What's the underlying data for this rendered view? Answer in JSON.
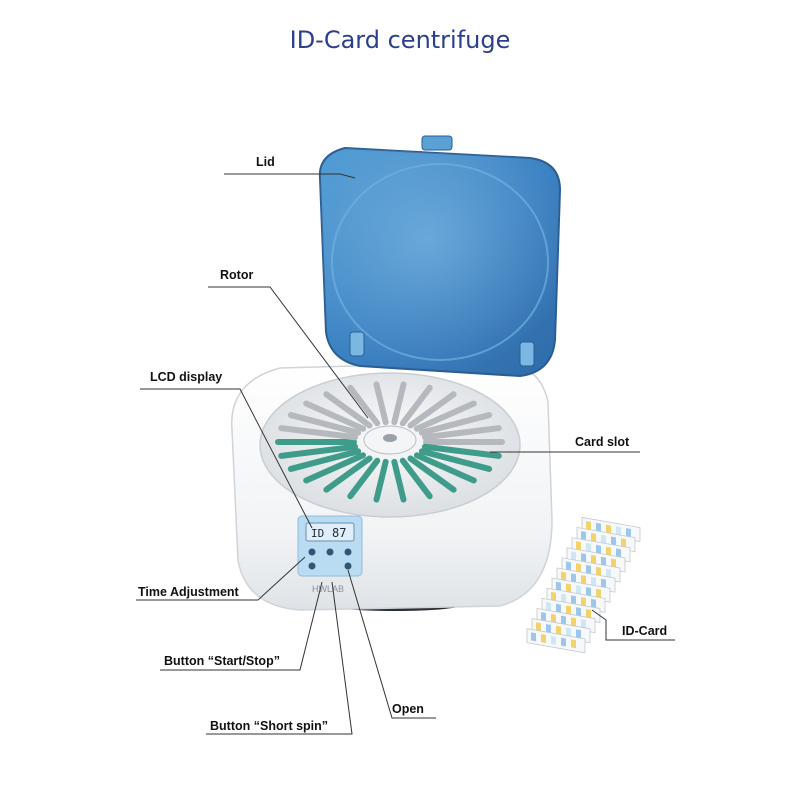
{
  "title": "ID-Card centrifuge",
  "labels": {
    "lid": "Lid",
    "rotor": "Rotor",
    "lcd_display": "LCD display",
    "card_slot": "Card slot",
    "time_adjustment": "Time  Adjustment",
    "id_card": "ID-Card",
    "button_start_stop": "Button “Start/Stop”",
    "open": "Open",
    "button_short_spin": "Button “Short spin”"
  },
  "device": {
    "lcd_readout": "87",
    "lcd_prefix": "ID",
    "brand": "HWLAB"
  },
  "colors": {
    "title": "#2b3f8c",
    "lid_blue": "#3f86c4",
    "panel_blue": "#b9dcf2",
    "card_teal": "#3f9c8a"
  }
}
